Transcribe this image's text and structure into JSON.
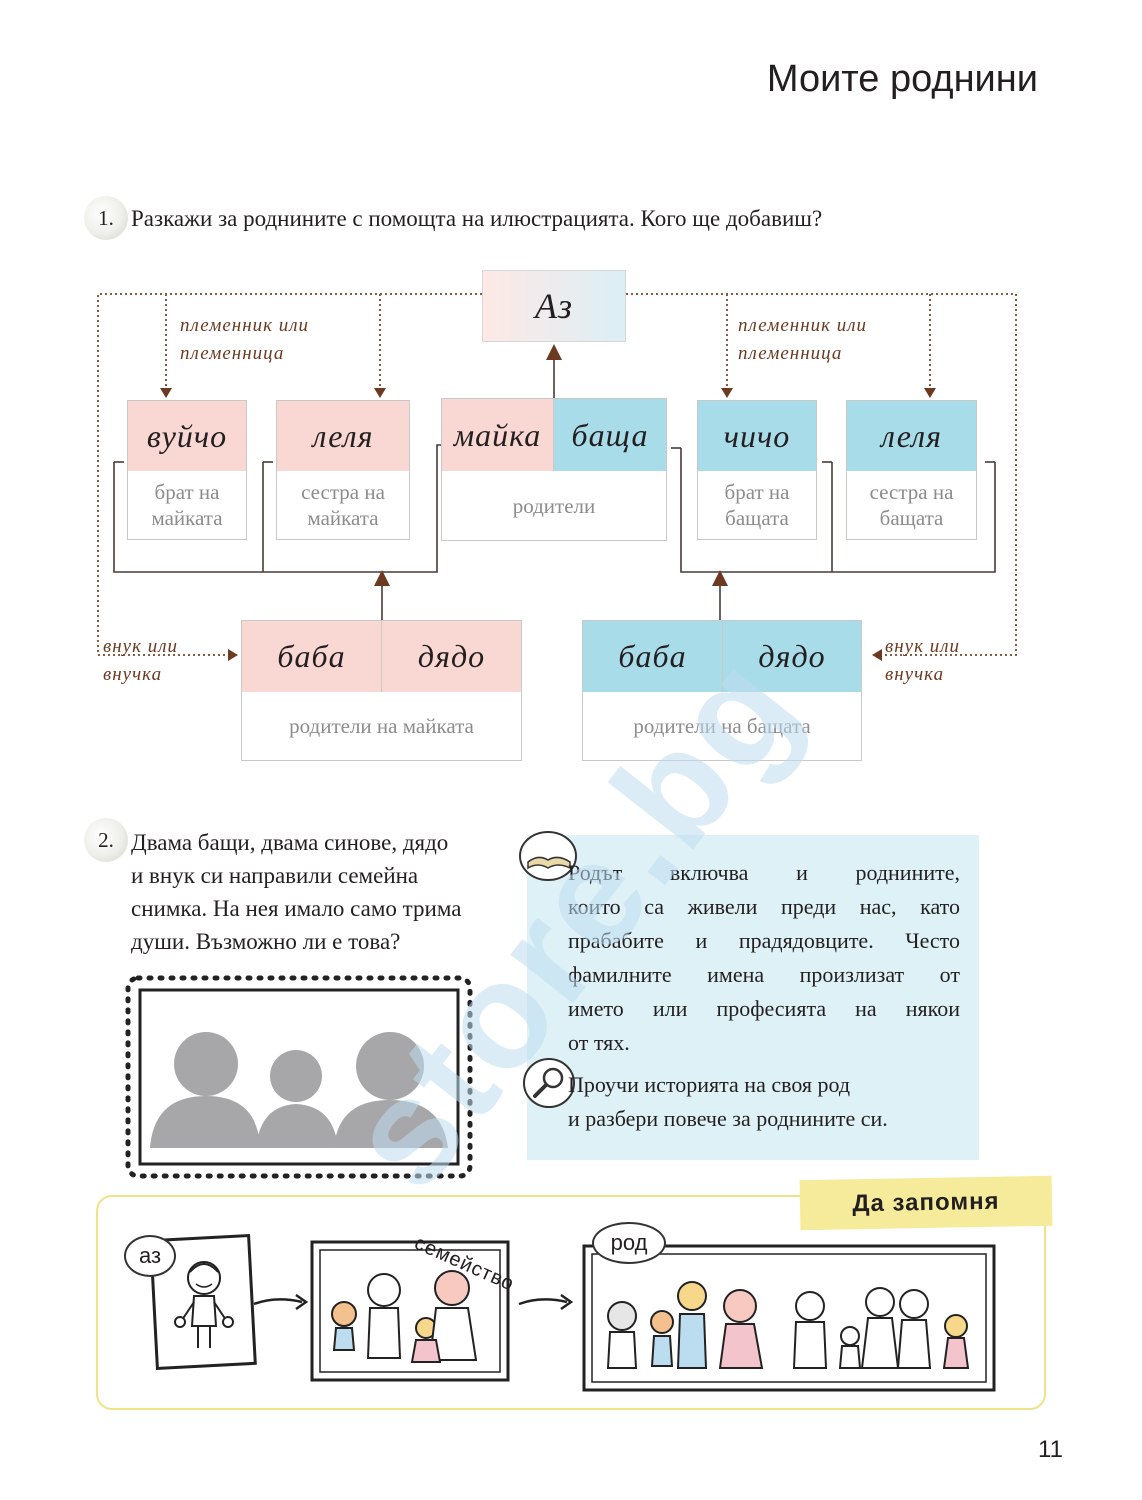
{
  "page": {
    "title": "Моите роднини",
    "page_number": "11",
    "watermark": "store.bg"
  },
  "task1": {
    "number": "1.",
    "text": "Разкажи за роднините с помощта на илюстрацията. Кого ще добавиш?"
  },
  "tree": {
    "me": "Аз",
    "label_left_top": [
      "племенник или",
      "племенница"
    ],
    "label_right_top": [
      "племенник или",
      "племенница"
    ],
    "label_left_bottom": [
      "внук или",
      "внучка"
    ],
    "label_right_bottom": [
      "внук или",
      "внучка"
    ],
    "uncle_mother": {
      "name": "вуйчо",
      "desc": [
        "брат на",
        "майката"
      ]
    },
    "aunt_mother": {
      "name": "леля",
      "desc": [
        "сестра на",
        "майката"
      ]
    },
    "parents": {
      "mother": "майка",
      "father": "баща",
      "desc": "родители"
    },
    "uncle_father": {
      "name": "чичо",
      "desc": [
        "брат на",
        "бащата"
      ]
    },
    "aunt_father": {
      "name": "леля",
      "desc": [
        "сестра на",
        "бащата"
      ]
    },
    "grand_mother_side": {
      "grandma": "баба",
      "grandpa": "дядо",
      "desc": "родители на майката"
    },
    "grand_father_side": {
      "grandma": "баба",
      "grandpa": "дядо",
      "desc": "родители на бащата"
    }
  },
  "task2": {
    "number": "2.",
    "lines": [
      "Двама бащи, двама синове, дядо",
      "и внук си направили семейна",
      "снимка. На нея имало само трима",
      "души. Възможно ли е това?"
    ]
  },
  "info": {
    "para1": [
      "Родът включва и роднините,",
      "които са живели преди нас, като",
      "прабабите и прадядовците. Често",
      "фамилните имена произлизат от",
      "името или професията на някои",
      "от тях."
    ],
    "para2": [
      "Проучи историята на своя род",
      "и разбери повече за роднините си."
    ],
    "book_icon": "open-book-icon",
    "search_icon": "magnifier-icon"
  },
  "remember": {
    "banner": "Да запомня",
    "me_label": "аз",
    "family_label": "семейство",
    "kin_label": "род"
  },
  "colors": {
    "mother_side": "#f9d7d3",
    "father_side": "#a9dce9",
    "arrow": "#6b3a20",
    "info_bg": "#ddf1f7",
    "banner": "#f5eb9b"
  }
}
